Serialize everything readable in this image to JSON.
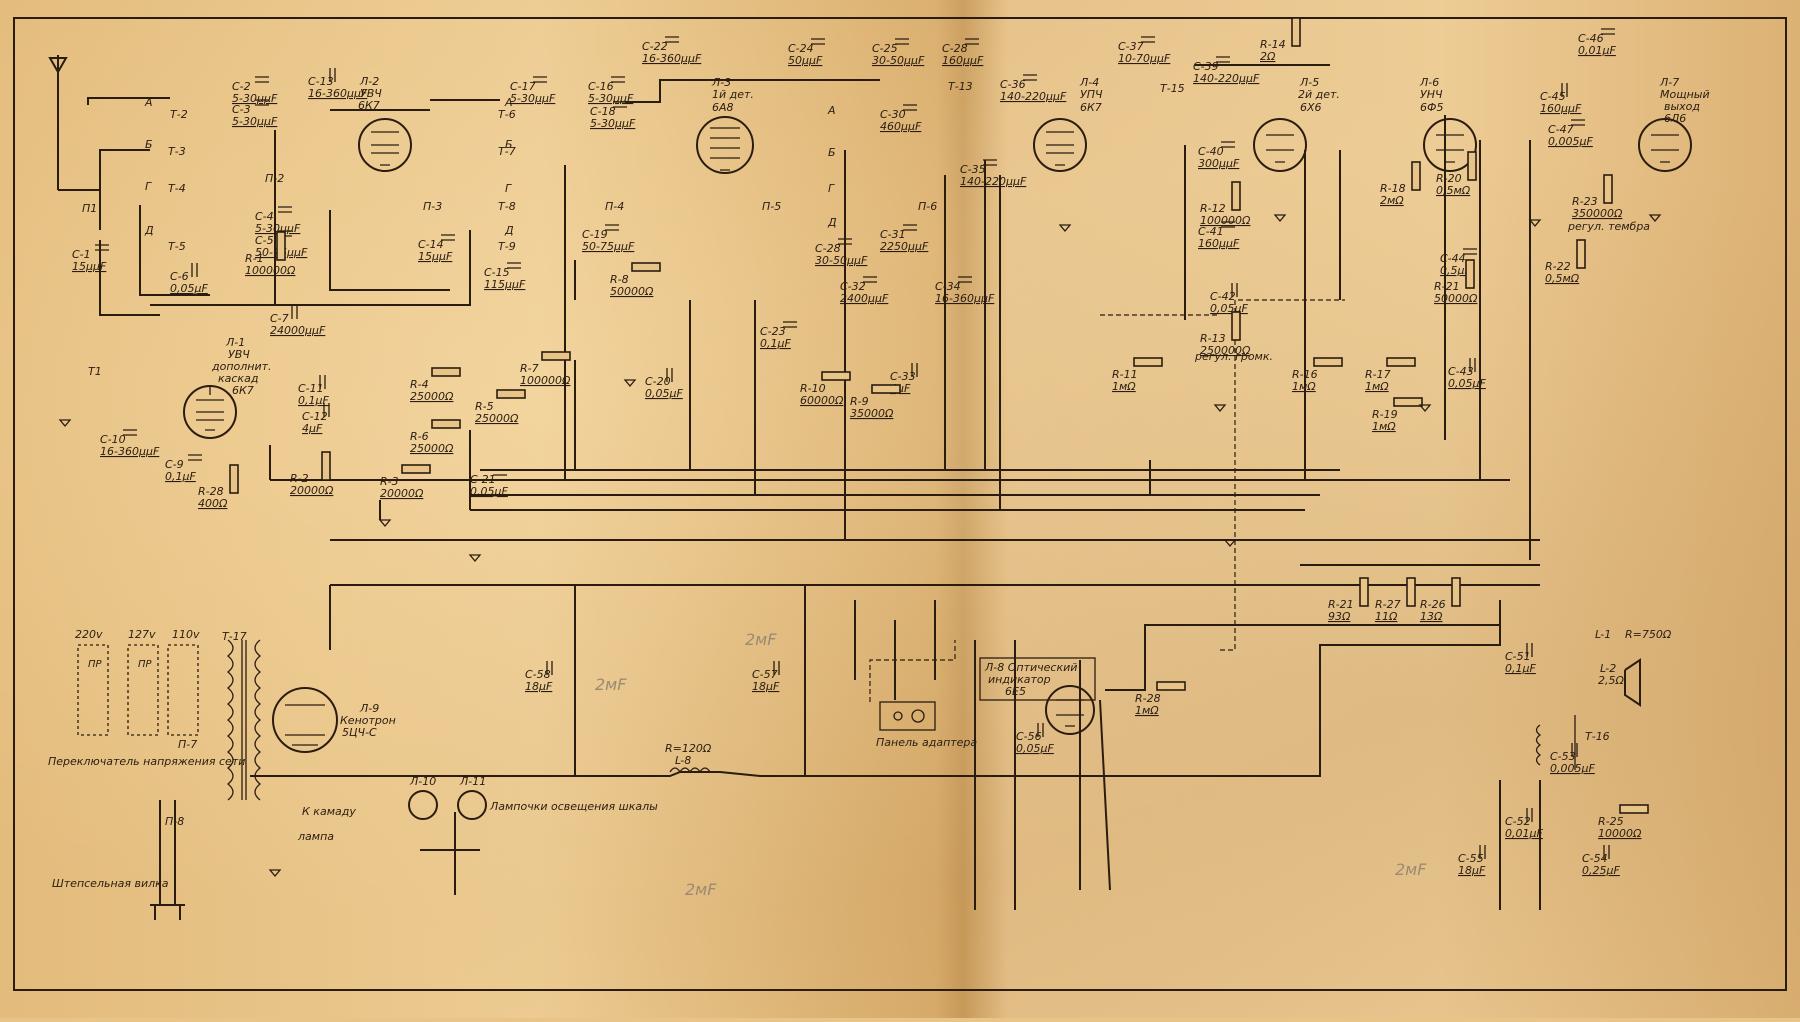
{
  "tubes": {
    "l1": [
      "Л-1",
      "УВЧ",
      "дополнит.",
      "каскад",
      "6К7"
    ],
    "l2": [
      "Л-2",
      "УВЧ",
      "6К7"
    ],
    "l3": [
      "Л-3",
      "1й дет.",
      "6А8"
    ],
    "l4": [
      "Л-4",
      "УПЧ",
      "6К7"
    ],
    "l5": [
      "Л-5",
      "2й дет.",
      "6Х6"
    ],
    "l6": [
      "Л-6",
      "УНЧ",
      "6Ф5"
    ],
    "l7": [
      "Л-7",
      "Мощный",
      "выход",
      "6Л6"
    ],
    "l8": [
      "Л-8 Оптический",
      "индикатор",
      "6Е5"
    ],
    "l9": [
      "Л-9",
      "Кенотрон",
      "5ЦЧ-С"
    ]
  },
  "capacitors": [
    {
      "id": "c1",
      "name": "С-1",
      "value": "15μμF"
    },
    {
      "id": "c2",
      "name": "С-2",
      "value": "5-30μμF"
    },
    {
      "id": "c3",
      "name": "С-3",
      "value": "5-30μμF"
    },
    {
      "id": "c4",
      "name": "С-4",
      "value": "5-30μμF"
    },
    {
      "id": "c5",
      "name": "С-5",
      "value": "50-75μμF"
    },
    {
      "id": "c6",
      "name": "С-6",
      "value": "0,05μF"
    },
    {
      "id": "c7",
      "name": "С-7",
      "value": "24000μμF"
    },
    {
      "id": "c9",
      "name": "С-9",
      "value": "0,1μF"
    },
    {
      "id": "c10",
      "name": "С-10",
      "value": "16-360μμF"
    },
    {
      "id": "c11",
      "name": "С-11",
      "value": "0,1μF"
    },
    {
      "id": "c12",
      "name": "С-12",
      "value": "4μF"
    },
    {
      "id": "c13",
      "name": "С-13",
      "value": "16-360μμF"
    },
    {
      "id": "c14",
      "name": "С-14",
      "value": "15μμF"
    },
    {
      "id": "c15",
      "name": "С-15",
      "value": "115μμF"
    },
    {
      "id": "c16",
      "name": "С-16",
      "value": "5-30μμF"
    },
    {
      "id": "c17",
      "name": "С-17",
      "value": "5-30μμF"
    },
    {
      "id": "c18",
      "name": "С-18",
      "value": "5-30μμF"
    },
    {
      "id": "c19",
      "name": "С-19",
      "value": "50-75μμF"
    },
    {
      "id": "c20",
      "name": "С-20",
      "value": "0,05μF"
    },
    {
      "id": "c21",
      "name": "С-21",
      "value": "0,05μF"
    },
    {
      "id": "c22",
      "name": "С-22",
      "value": "16-360μμF"
    },
    {
      "id": "c23",
      "name": "С-23",
      "value": "0,1μF"
    },
    {
      "id": "c24",
      "name": "С-24",
      "value": "50μμF"
    },
    {
      "id": "c25",
      "name": "С-25",
      "value": "30-50μμF"
    },
    {
      "id": "c28",
      "name": "С-28",
      "value": "160μμF"
    },
    {
      "id": "c28b",
      "name": "С-28",
      "value": "30-50μμF"
    },
    {
      "id": "c30",
      "name": "С-30",
      "value": "460μμF"
    },
    {
      "id": "c31",
      "name": "С-31",
      "value": "2250μμF"
    },
    {
      "id": "c32",
      "name": "С-32",
      "value": "2400μμF"
    },
    {
      "id": "c33",
      "name": "С-33",
      "value": "4μF"
    },
    {
      "id": "c34",
      "name": "С-34",
      "value": "16-360μμF"
    },
    {
      "id": "c35",
      "name": "С-35",
      "value": "140-220μμF"
    },
    {
      "id": "c36",
      "name": "С-36",
      "value": "140-220μμF"
    },
    {
      "id": "c37",
      "name": "С-37",
      "value": "10-70μμF"
    },
    {
      "id": "c39",
      "name": "С-39",
      "value": "140-220μμF"
    },
    {
      "id": "c40",
      "name": "С-40",
      "value": "300μμF"
    },
    {
      "id": "c41",
      "name": "С-41",
      "value": "160μμF"
    },
    {
      "id": "c42",
      "name": "С-42",
      "value": "0,05μF"
    },
    {
      "id": "c43",
      "name": "С-43",
      "value": "0,05μF"
    },
    {
      "id": "c44",
      "name": "С-44",
      "value": "0,5μF"
    },
    {
      "id": "c45",
      "name": "С-45",
      "value": "160μμF"
    },
    {
      "id": "c46",
      "name": "С-46",
      "value": "0,01μF"
    },
    {
      "id": "c47",
      "name": "С-47",
      "value": "0,005μF"
    },
    {
      "id": "c51",
      "name": "С-51",
      "value": "0,1μF"
    },
    {
      "id": "c52",
      "name": "С-52",
      "value": "0,01μF"
    },
    {
      "id": "c53",
      "name": "С-53",
      "value": "0,005μF"
    },
    {
      "id": "c54",
      "name": "С-54",
      "value": "0,25μF"
    },
    {
      "id": "c55",
      "name": "С-55",
      "value": "18μF"
    },
    {
      "id": "c56",
      "name": "С-56",
      "value": "0,05μF"
    },
    {
      "id": "c57",
      "name": "С-57",
      "value": "18μF"
    },
    {
      "id": "c58",
      "name": "С-58",
      "value": "18μF"
    }
  ],
  "resistors": [
    {
      "id": "r1",
      "name": "R-1",
      "value": "100000Ω"
    },
    {
      "id": "r2",
      "name": "R-2",
      "value": "20000Ω"
    },
    {
      "id": "r3",
      "name": "R-3",
      "value": "20000Ω"
    },
    {
      "id": "r4",
      "name": "R-4",
      "value": "25000Ω"
    },
    {
      "id": "r5",
      "name": "R-5",
      "value": "25000Ω"
    },
    {
      "id": "r6",
      "name": "R-6",
      "value": "25000Ω"
    },
    {
      "id": "r7",
      "name": "R-7",
      "value": "100000Ω"
    },
    {
      "id": "r8",
      "name": "R-8",
      "value": "50000Ω"
    },
    {
      "id": "r9",
      "name": "R-9",
      "value": "35000Ω"
    },
    {
      "id": "r10",
      "name": "R-10",
      "value": "60000Ω"
    },
    {
      "id": "r11",
      "name": "R-11",
      "value": "1мΩ"
    },
    {
      "id": "r12",
      "name": "R-12",
      "value": "100000Ω"
    },
    {
      "id": "r13",
      "name": "R-13",
      "value": "250000Ω"
    },
    {
      "id": "r14",
      "name": "R-14",
      "value": "2Ω"
    },
    {
      "id": "r16",
      "name": "R-16",
      "value": "1мΩ"
    },
    {
      "id": "r17",
      "name": "R-17",
      "value": "1мΩ"
    },
    {
      "id": "r18",
      "name": "R-18",
      "value": "2мΩ"
    },
    {
      "id": "r19",
      "name": "R-19",
      "value": "1мΩ"
    },
    {
      "id": "r20",
      "name": "R-20",
      "value": "0,5мΩ"
    },
    {
      "id": "r21",
      "name": "R-21",
      "value": "50000Ω"
    },
    {
      "id": "r21b",
      "name": "R-21",
      "value": "93Ω"
    },
    {
      "id": "r22",
      "name": "R-22",
      "value": "0,5мΩ"
    },
    {
      "id": "r23",
      "name": "R-23",
      "value": "350000Ω"
    },
    {
      "id": "r25",
      "name": "R-25",
      "value": "10000Ω"
    },
    {
      "id": "r26",
      "name": "R-26",
      "value": "13Ω"
    },
    {
      "id": "r27",
      "name": "R-27",
      "value": "11Ω"
    },
    {
      "id": "r28",
      "name": "R-28",
      "value": "1мΩ"
    },
    {
      "id": "r28b",
      "name": "R-28",
      "value": "400Ω"
    }
  ],
  "labels": {
    "regul_gromk": "регул. громк.",
    "regul_tembra": "регул. тембра",
    "switch_title": "Переключатель напряжения сети",
    "plug": "Штепсельная вилка",
    "panel_adapter": "Панель адаптера",
    "lamps": "Лампочки освещения шкалы",
    "to_kinescope": "К камаду",
    "lamp": "лампа",
    "voltages": [
      "220v",
      "127v",
      "110v"
    ],
    "pr": "ПР",
    "choke_l8": "R=120Ω",
    "choke_l8_name": "L-8",
    "l1_coil": "L-1",
    "l1_r": "R=750Ω",
    "l2_coil": "L-2",
    "l2_r": "2,5Ω",
    "lamp_l10": "Л-10",
    "lamp_l11": "Л-11"
  },
  "transformers": [
    "Т1",
    "Т-2",
    "Т-3",
    "Т-4",
    "Т-5",
    "Т-6",
    "Т-7",
    "Т-8",
    "Т-9",
    "Т-13",
    "Т-15",
    "Т-16",
    "Т-17"
  ],
  "switches": [
    "П1",
    "П-2",
    "П-3",
    "П-4",
    "П-5",
    "П-6",
    "П-7",
    "П-8"
  ],
  "bands": [
    "А",
    "Б",
    "Г",
    "Д"
  ],
  "pencil_notes": [
    "2мF",
    "2мF",
    "2мF",
    "2мF"
  ]
}
